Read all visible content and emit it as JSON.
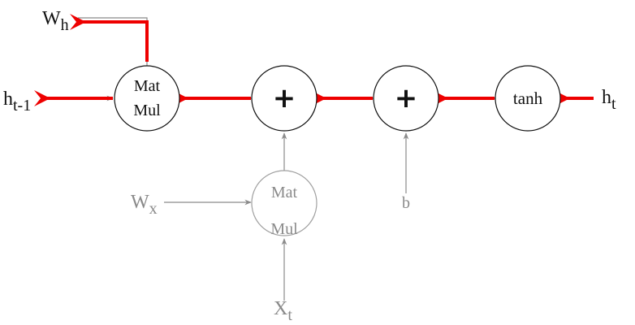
{
  "diagram": {
    "title": "RNN cell backward pass",
    "colors": {
      "gradient": "#ee0000",
      "forward_inactive": "#8a8a8a",
      "node_stroke": "#111111"
    },
    "nodes": {
      "matmul_h": {
        "line1": "Mat",
        "line2": "Mul"
      },
      "add_1": {
        "symbol": "+"
      },
      "add_2": {
        "symbol": "+"
      },
      "tanh": {
        "label": "tanh"
      },
      "matmul_x": {
        "line1": "Mat",
        "line2": "Mul"
      }
    },
    "inputs": {
      "W_h": {
        "base": "W",
        "sub": "h"
      },
      "h_prev": {
        "base": "h",
        "sub": "t-1"
      },
      "h_t": {
        "base": "h",
        "sub": "t"
      },
      "W_x": {
        "base": "W",
        "sub": "x"
      },
      "x_t": {
        "base": "X",
        "sub": "t"
      },
      "b": {
        "base": "b"
      }
    }
  }
}
